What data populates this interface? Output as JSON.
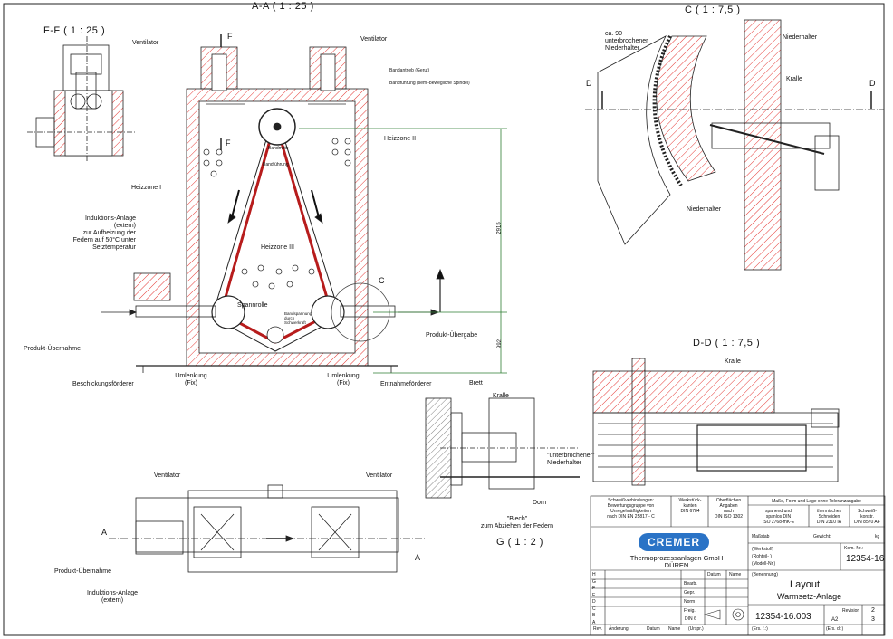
{
  "views": {
    "aa": "A-A ( 1 : 25 )",
    "ff": "F-F ( 1 : 25 )",
    "c": "C ( 1 : 7,5 )",
    "dd": "D-D ( 1 : 7,5 )",
    "g": "G ( 1 : 2 )"
  },
  "labels": {
    "ventilator": "Ventilator",
    "f": "F",
    "a": "A",
    "c": "C",
    "d": "D",
    "heizzone1": "Heizzone I",
    "heizzone2": "Heizzone II",
    "heizzone3": "Heizzone III",
    "bandantrieb": "Bandantrieb (Gerut)",
    "bandfuehrung_top": "Bandführung (semi-bewegliche Spindel)",
    "bandmitte": "Bandmitte",
    "bandfuehrung": "Bandführung",
    "spannrolle": "Spannrolle",
    "bandspannung": "Bandspannung durch Schwerkraft",
    "induktion_lines": [
      "Induktions-Anlage",
      "(extern)",
      "zur Aufheizung der",
      "Federn auf 50°C unter",
      "Setztemperatur"
    ],
    "produkt_uebernahme": "Produkt-Übernahme",
    "produkt_uebergabe": "Produkt-Übergabe",
    "beschickungsfoerderer": "Beschickungsförderer",
    "umlenkung1": [
      "Umlenkung",
      "(Fix)"
    ],
    "umlenkung2": [
      "Umlenkung",
      "(Fix)"
    ],
    "entnahmefoerderer": "Entnahmeförderer",
    "dim_295": "2915",
    "dim_992": "992",
    "ca90": [
      "ca. 90",
      "unterbrochener",
      "Niederhalter"
    ],
    "niederhalter": "Niederhalter",
    "kralle": "Kralle",
    "brett": "Brett",
    "unterbrochener": [
      "\"unterbrochener\"",
      "Niederhalter"
    ],
    "dorn": "Dorn",
    "blech": [
      "\"Blech\"",
      "zum Abziehen der Federn"
    ],
    "induktion_bottom": [
      "Induktions-Anlage",
      "(extern)"
    ],
    "produkt_uebernahme_bottom": "Produkt-Übernahme"
  },
  "titleblock": {
    "weld_note": [
      "Schweißverbindungen:",
      "Bewertungsgruppe von",
      "Unregelmäßigkeiten",
      "nach DIN EN 25817 - C"
    ],
    "tolerance": [
      "Werkstück-",
      "kanten",
      "DIN 6784"
    ],
    "surface": [
      "Oberflächen",
      "Angaben",
      "nach",
      "DIN ISO 1302"
    ],
    "dims_header": "Maße, Form und Lage ohne Toleranzangabe",
    "tol1": [
      "spanend und",
      "spanlos DIN",
      "ISO 2768-mK-E"
    ],
    "tol2": [
      "thermisches",
      "Schneiden",
      "DIN 2310 IA"
    ],
    "tol3": [
      "Schweiß-",
      "konstr.",
      "DIN 8570 AF"
    ],
    "massstab": "Maßstab",
    "gewicht": "Gewicht:",
    "kg": "kg",
    "werkstoff": "(Werkstoff)",
    "rohteil": "(Rohteil- )",
    "modell": "(Modell-Nr.)",
    "benennung": "(Benennung)",
    "kom_nr_label": "Kom.-Nr.:",
    "kom_nr": "12354-16",
    "company_name": "CREMER",
    "company_line1": "Thermoprozessanlagen GmbH",
    "company_line2": "DÜREN",
    "datum": "Datum",
    "name": "Name",
    "bearb": "Bearb.",
    "gepr": "Gepr.",
    "norm": "Norm",
    "freig": "Freig.",
    "title1": "Layout",
    "title2": "Warmsetz-Anlage",
    "din6": "DIN 6",
    "zeichnung_nr": "12354-16.003",
    "format": "A2",
    "revision": "Revision",
    "blatt": "2",
    "blatt_von": "3",
    "rev_letters": [
      "H",
      "G",
      "F",
      "E",
      "D",
      "C",
      "B",
      "A"
    ],
    "aenderung_cols": [
      "Rev.",
      "Änderung",
      "Datum",
      "Name",
      "(Urspr.)",
      "(Ers. f.:)",
      "(Ers. d.:)"
    ]
  }
}
